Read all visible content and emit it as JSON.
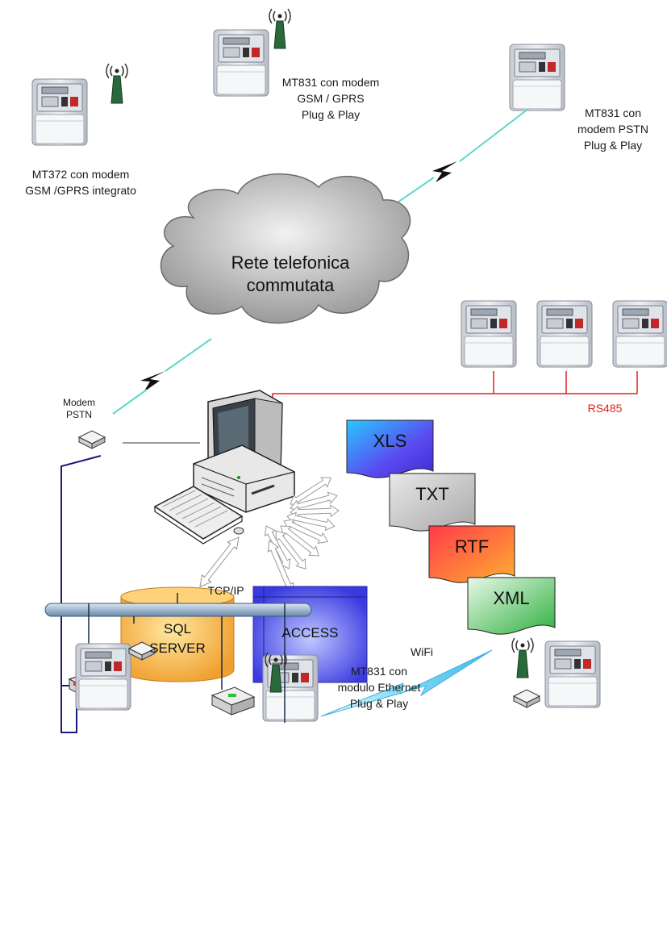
{
  "devices": {
    "mt372_label": "MT372 con modem\nGSM /GPRS integrato",
    "mt831_gsm_label": "MT831 con modem\nGSM / GPRS\nPlug & Play",
    "mt831_pstn_label": "MT831 con\nmodem PSTN\nPlug & Play",
    "mt831_eth_label": "MT831 con\nmodulo Ethernet\nPlug & Play",
    "modem_pstn_label": "Modem\nPSTN"
  },
  "network": {
    "cloud_label": "Rete telefonica\ncommutata",
    "rs485_label": "RS485",
    "tcpip_label": "TCP/IP",
    "wifi_label": "WiFi"
  },
  "formats": [
    "XLS",
    "TXT",
    "RTF",
    "XML"
  ],
  "databases": {
    "sql_label": "SQL\nSERVER",
    "access_label": "ACCESS"
  },
  "colors": {
    "rs485": "#e02020",
    "lan": "#1a1a7a",
    "wireless": "#55c8e8",
    "xls": "#4a6ef0",
    "txt": "#c8c8c8",
    "rtf": "#ff5a3a",
    "xml": "#5cc25c",
    "sql": "#f5b440",
    "access": "#4848e8"
  }
}
